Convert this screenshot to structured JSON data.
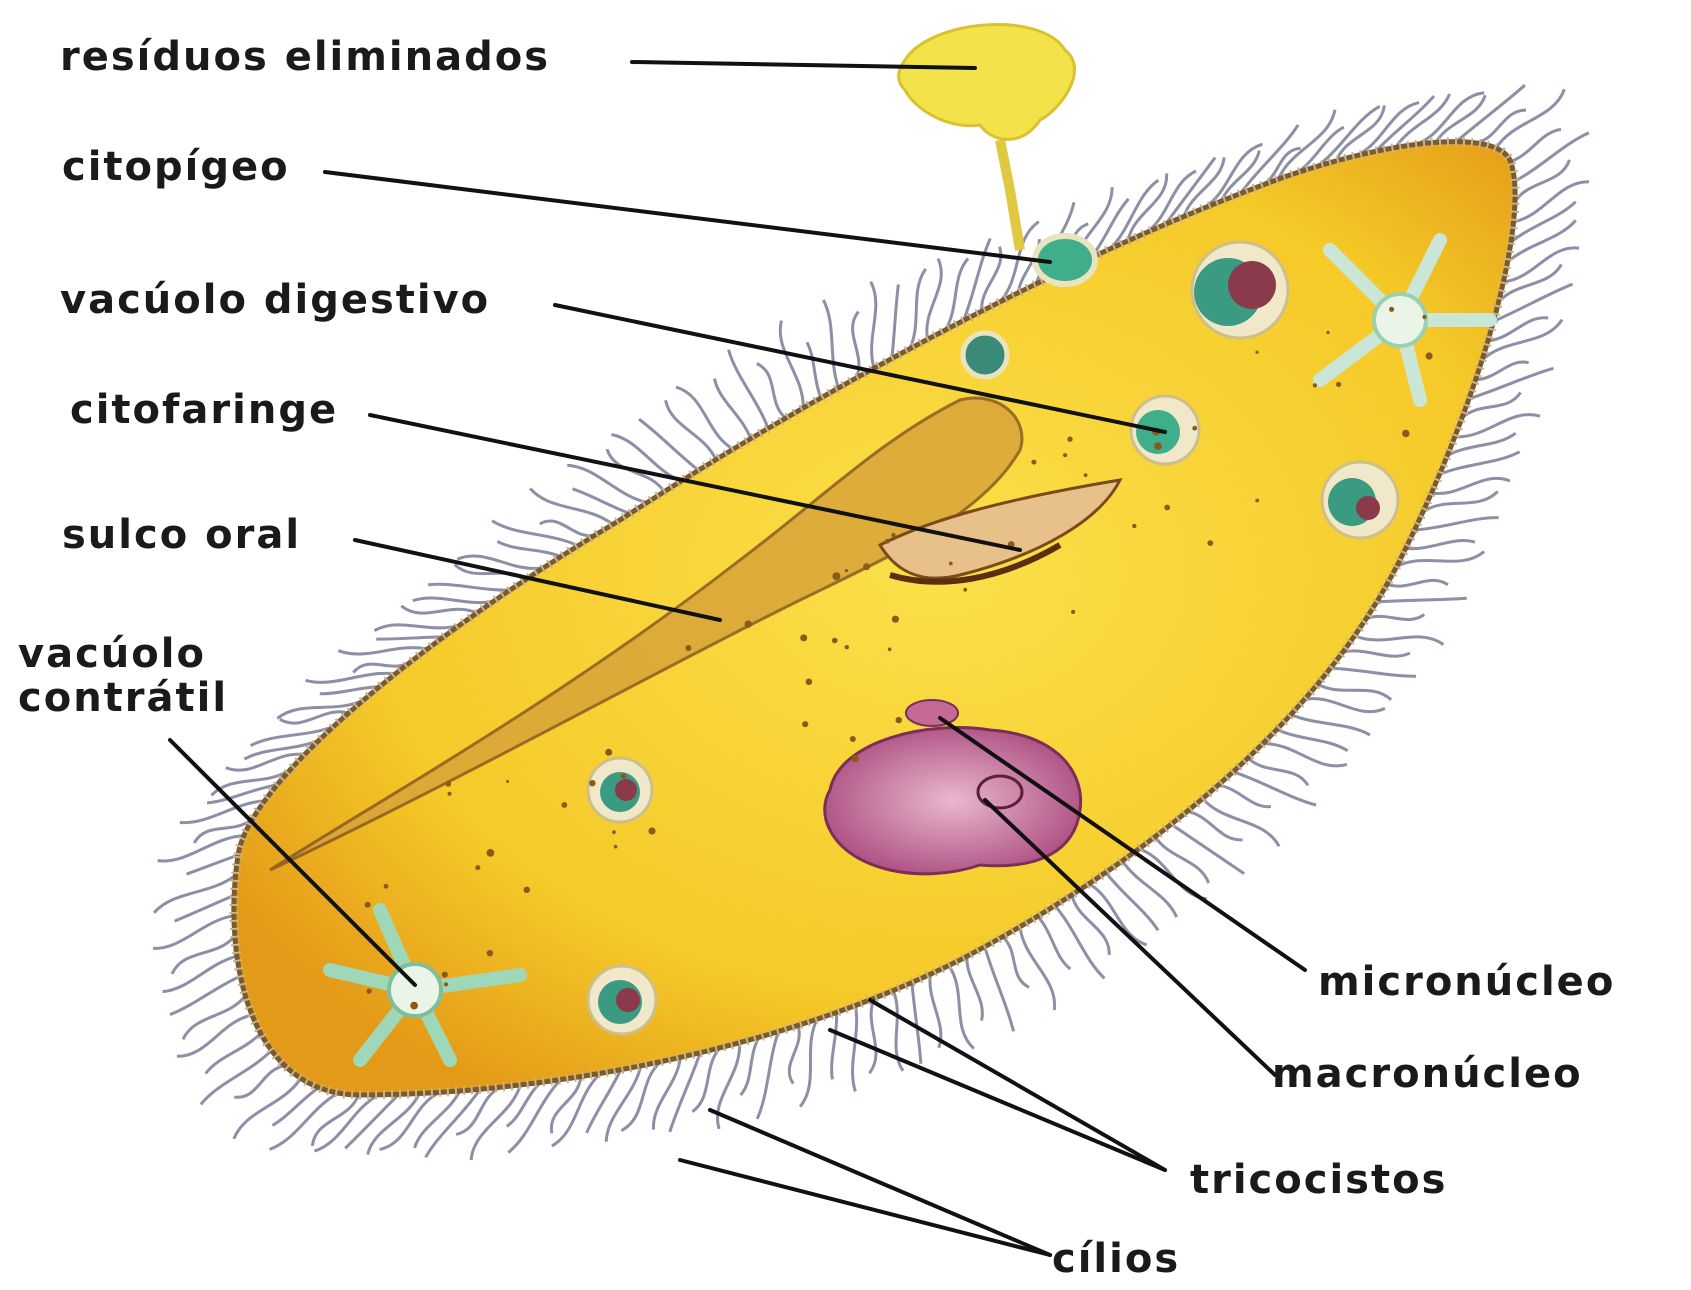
{
  "labels": {
    "residuos": "resíduos eliminados",
    "citopigeo": "citopígeo",
    "vacuolo_digestivo": "vacúolo digestivo",
    "citofaringe": "citofaringe",
    "sulco_oral": "sulco oral",
    "vacuolo_contratil_1": "vacúolo",
    "vacuolo_contratil_2": "contrátil",
    "micronucleo": "micronúcleo",
    "macronucleo": "macronúcleo",
    "tricocistos": "tricocistos",
    "cilios": "cílios"
  },
  "colors": {
    "cytoplasm": "#f5c928",
    "cytoplasm_edge": "#e4a21a",
    "membrane": "#8a6a3a",
    "cilia": "#8c8fa6",
    "macronucleus": "#b0507e",
    "vacuole": "#3fae8a",
    "waste": "#f3e24a",
    "leader": "#111111"
  }
}
